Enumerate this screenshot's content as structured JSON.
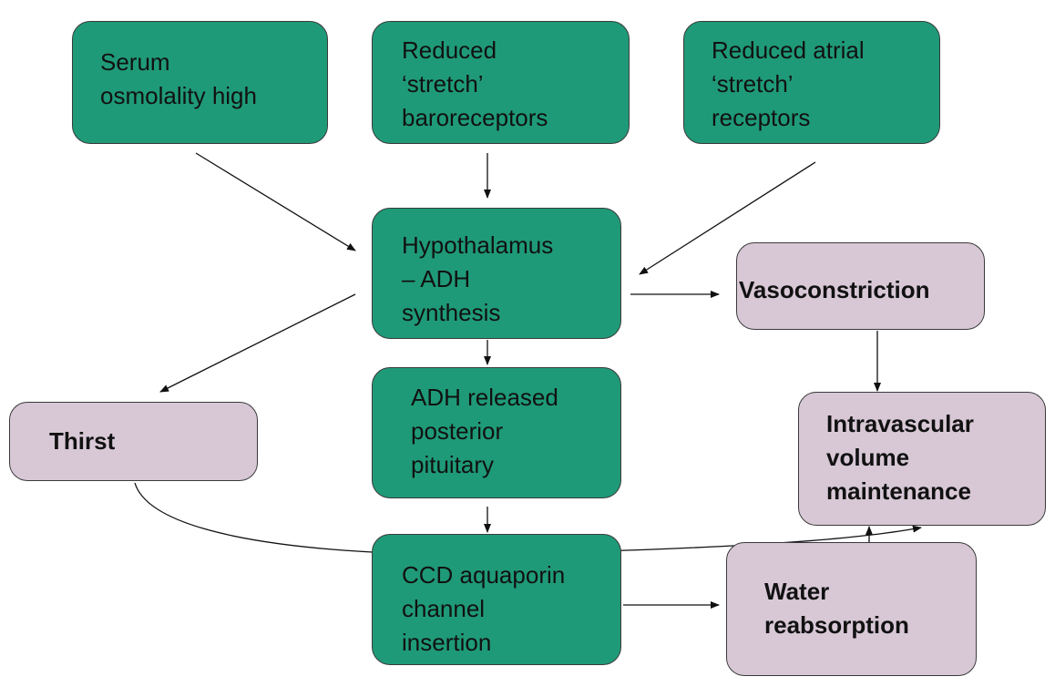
{
  "diagram": {
    "title": "ADH regulation flow",
    "colors": {
      "trigger_node_fill": "#1f9a78",
      "effect_node_fill": "#d8c8d6",
      "border": "#3a3a3a",
      "arrow": "#111111"
    },
    "nodes": {
      "serum": "Serum\nosmolality high",
      "baro": "Reduced\n‘stretch’\nbaroreceptors",
      "atrial": "Reduced atrial\n‘stretch’\nreceptors",
      "hypo": "Hypothalamus\n– ADH\nsynthesis",
      "vaso": "Vasoconstriction",
      "released": "ADH released\nposterior\npituitary",
      "thirst": "Thirst",
      "intra": "Intravascular\nvolume\nmaintenance",
      "ccd": "CCD aquaporin\nchannel\ninsertion",
      "water": "Water\nreabsorption"
    },
    "edges": [
      {
        "from": "serum",
        "to": "hypo"
      },
      {
        "from": "baro",
        "to": "hypo"
      },
      {
        "from": "atrial",
        "to": "hypo"
      },
      {
        "from": "hypo",
        "to": "vaso"
      },
      {
        "from": "hypo",
        "to": "thirst"
      },
      {
        "from": "hypo",
        "to": "released"
      },
      {
        "from": "vaso",
        "to": "intra"
      },
      {
        "from": "released",
        "to": "ccd"
      },
      {
        "from": "ccd",
        "to": "water"
      },
      {
        "from": "water",
        "to": "intra"
      },
      {
        "from": "thirst",
        "to": "intra"
      }
    ]
  }
}
